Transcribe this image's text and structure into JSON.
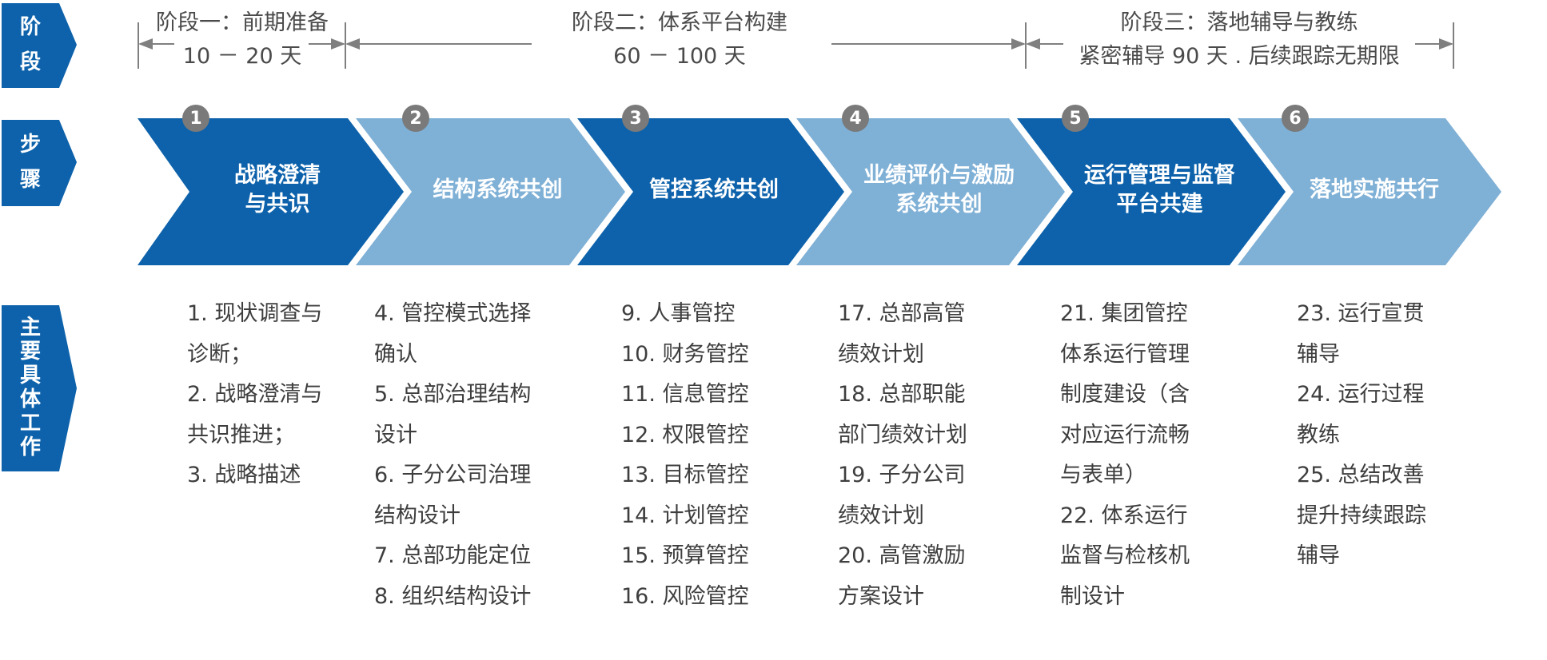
{
  "row_labels": {
    "stage": [
      "阶",
      "段"
    ],
    "step": [
      "步",
      "骤"
    ],
    "work": [
      "主",
      "要",
      "具",
      "体",
      "工",
      "作"
    ]
  },
  "colors": {
    "dark_blue": "#0d62ab",
    "light_blue": "#7fb0d6",
    "badge_gray": "#7a7a7a",
    "arrow_gray": "#7f7f7f"
  },
  "phases": [
    {
      "line1": "阶段一：前期准备",
      "line2": "10 － 20 天"
    },
    {
      "line1": "阶段二：体系平台构建",
      "line2": "60 － 100 天"
    },
    {
      "line1": "阶段三：落地辅导与教练",
      "line2": "紧密辅导 90 天 . 后续跟踪无期限"
    }
  ],
  "steps": [
    {
      "num": "1",
      "line1": "战略澄清",
      "line2": "与共识",
      "tone": "dark"
    },
    {
      "num": "2",
      "line1": "结构系统共创",
      "line2": "",
      "tone": "light"
    },
    {
      "num": "3",
      "line1": "管控系统共创",
      "line2": "",
      "tone": "dark"
    },
    {
      "num": "4",
      "line1": "业绩评价与激励",
      "line2": "系统共创",
      "tone": "light"
    },
    {
      "num": "5",
      "line1": "运行管理与监督",
      "line2": "平台共建",
      "tone": "dark"
    },
    {
      "num": "6",
      "line1": "落地实施共行",
      "line2": "",
      "tone": "light"
    }
  ],
  "tasks": [
    [
      "1. 现状调查与",
      "诊断；",
      "2. 战略澄清与",
      "共识推进；",
      "3. 战略描述"
    ],
    [
      "4. 管控模式选择",
      "确认",
      "5. 总部治理结构",
      "设计",
      "6. 子分公司治理",
      "结构设计",
      "7. 总部功能定位",
      "8. 组织结构设计"
    ],
    [
      "9. 人事管控",
      "10. 财务管控",
      "11. 信息管控",
      "12. 权限管控",
      "13. 目标管控",
      "14. 计划管控",
      "15. 预算管控",
      "16. 风险管控"
    ],
    [
      "17. 总部高管",
      "绩效计划",
      "18. 总部职能",
      "部门绩效计划",
      "19. 子分公司",
      "绩效计划",
      "20. 高管激励",
      "方案设计"
    ],
    [
      "21. 集团管控",
      "体系运行管理",
      "制度建设（含",
      "对应运行流畅",
      "与表单）",
      "22. 体系运行",
      "监督与检核机",
      "制设计"
    ],
    [
      "23. 运行宣贯",
      "辅导",
      "24. 运行过程",
      "教练",
      "25. 总结改善",
      "提升持续跟踪",
      "辅导"
    ]
  ]
}
